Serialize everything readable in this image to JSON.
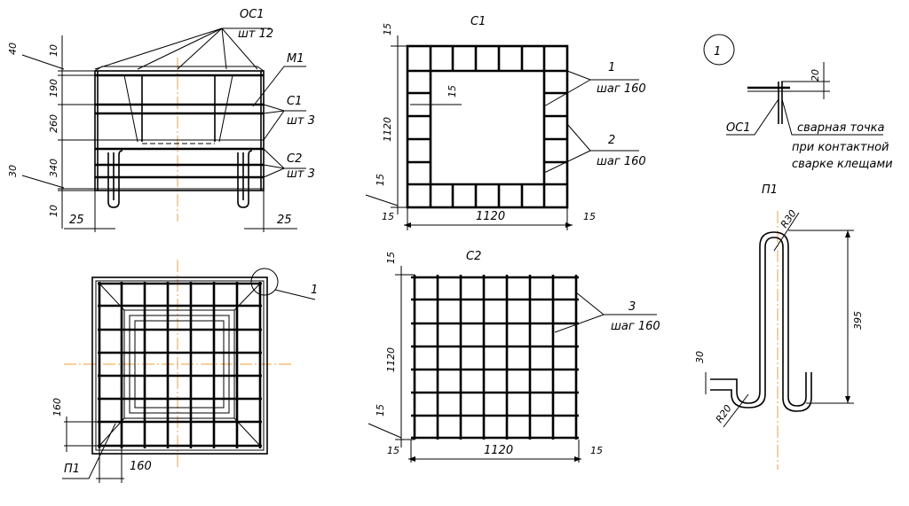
{
  "view_front": {
    "dims_left": [
      "40",
      "10",
      "190",
      "260",
      "340",
      "30",
      "10"
    ],
    "dims_bottom": [
      "25",
      "25"
    ],
    "leaders": {
      "oc1": "ОС1",
      "oc1_qty": "шт 12",
      "m1": "М1",
      "c1": "С1",
      "c1_qty": "шт 3",
      "c2": "С2",
      "c2_qty": "шт 3"
    }
  },
  "view_plan": {
    "dim_160_v": "160",
    "dim_160_h": "160",
    "label_p1": "П1",
    "callout": "1"
  },
  "c1": {
    "title": "С1",
    "dim_top": "15",
    "dim_height": "1120",
    "dim_inner": "15",
    "dim_left_low": "15",
    "dim_bottom_left": "15",
    "dim_width": "1120",
    "dim_bottom_right": "15",
    "pos1": "1",
    "pos1_step": "шаг 160",
    "pos2": "2",
    "pos2_step": "шаг 160"
  },
  "c2": {
    "title": "С2",
    "dim_top": "15",
    "dim_height": "1120",
    "dim_left_low": "15",
    "dim_bottom_left": "15",
    "dim_width": "1120",
    "dim_bottom_right": "15",
    "pos3": "3",
    "pos3_step": "шаг 160"
  },
  "detail1": {
    "number": "1",
    "dim_20": "20",
    "label_oc1": "ОС1",
    "note_1": "сварная точка",
    "note_2": "при контактной",
    "note_3": "сварке клещами"
  },
  "p1": {
    "title": "П1",
    "r_top": "R30",
    "r_bot": "R20",
    "dim_395": "395",
    "dim_30": "30"
  }
}
